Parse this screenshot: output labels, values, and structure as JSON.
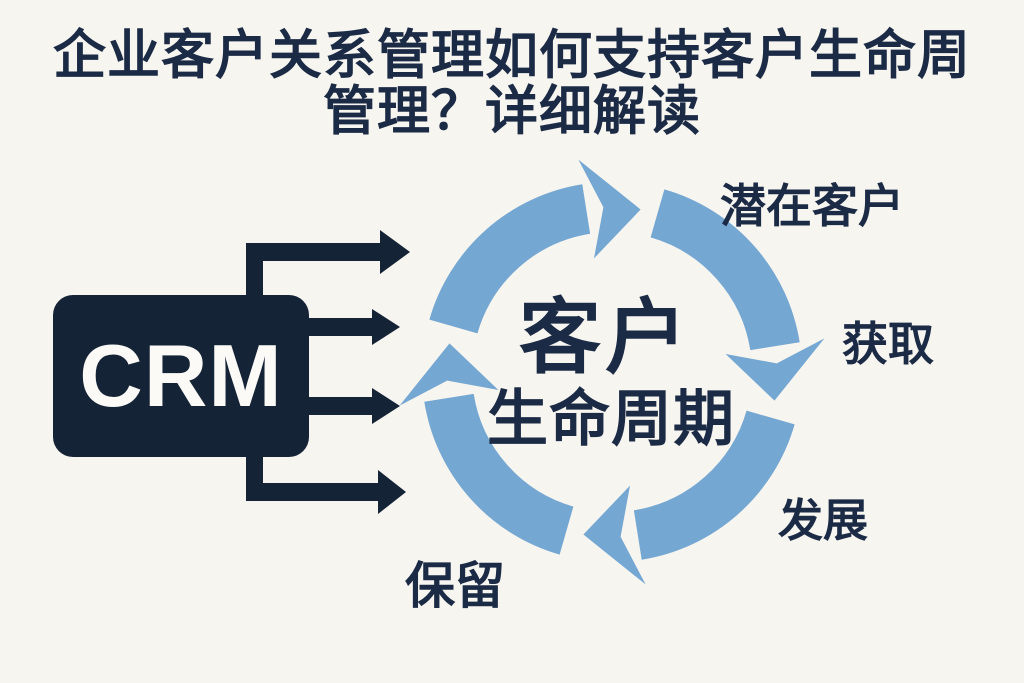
{
  "title": {
    "line1": "企业客户关系管理如何支持客户生命周",
    "line2": "管理？详细解读"
  },
  "crm_box": {
    "label": "CRM"
  },
  "cycle": {
    "center_line1": "客户",
    "center_line2": "生命周期",
    "direction": "clockwise",
    "stages": [
      {
        "label": "潜在客户",
        "position": "top-right"
      },
      {
        "label": "获取",
        "position": "right"
      },
      {
        "label": "发展",
        "position": "bottom-right"
      },
      {
        "label": "保留",
        "position": "bottom-left"
      }
    ]
  },
  "flow": {
    "from": "CRM",
    "to": "customer-lifecycle-ring",
    "arrow_count": 4
  },
  "colors": {
    "background": "#f7f5f0",
    "ink_navy": "#1b2a45",
    "box_navy": "#152336",
    "ring_blue": "#74a7d2",
    "crm_text": "#fbfaf6"
  }
}
